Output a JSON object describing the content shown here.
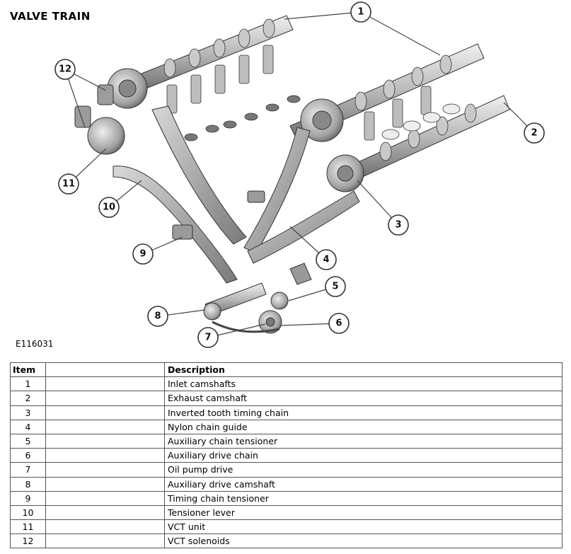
{
  "title": "VALVE TRAIN",
  "figure_code": "E116031",
  "table": {
    "headers": {
      "item": "Item",
      "blank": "",
      "description": "Description"
    },
    "rows": [
      {
        "item": "1",
        "description": "Inlet camshafts"
      },
      {
        "item": "2",
        "description": "Exhaust camshaft"
      },
      {
        "item": "3",
        "description": "Inverted tooth timing chain"
      },
      {
        "item": "4",
        "description": "Nylon chain guide"
      },
      {
        "item": "5",
        "description": "Auxiliary chain tensioner"
      },
      {
        "item": "6",
        "description": "Auxiliary drive chain"
      },
      {
        "item": "7",
        "description": "Oil pump drive"
      },
      {
        "item": "8",
        "description": "Auxiliary drive camshaft"
      },
      {
        "item": "9",
        "description": "Timing chain tensioner"
      },
      {
        "item": "10",
        "description": "Tensioner lever"
      },
      {
        "item": "11",
        "description": "VCT unit"
      },
      {
        "item": "12",
        "description": "VCT solenoids"
      }
    ]
  },
  "callouts": [
    "1",
    "2",
    "3",
    "4",
    "5",
    "6",
    "7",
    "8",
    "9",
    "10",
    "11",
    "12"
  ],
  "colors": {
    "metal_light": "#d9d9d9",
    "metal_mid": "#a8a8a8",
    "metal_dark": "#5a5a5a",
    "outline": "#333333"
  }
}
